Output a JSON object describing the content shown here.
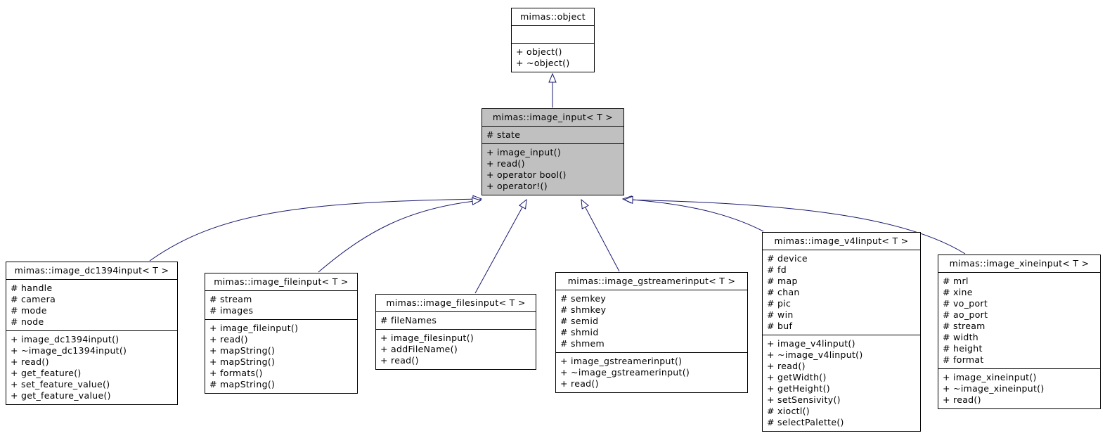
{
  "diagram": {
    "type": "uml-inheritance",
    "background_color": "#ffffff",
    "edge_color": "#191970",
    "box_border_color": "#000000",
    "highlight_fill": "#c0c0c0",
    "classes": [
      {
        "id": "object",
        "title": "mimas::object",
        "attributes": [],
        "methods": [
          "+ object()",
          "+ ~object()"
        ]
      },
      {
        "id": "image_input",
        "title": "mimas::image_input< T >",
        "highlighted": true,
        "attributes": [
          "# state"
        ],
        "methods": [
          "+ image_input()",
          "+ read()",
          "+ operator bool()",
          "+ operator!()"
        ]
      },
      {
        "id": "image_dc1394input",
        "title": "mimas::image_dc1394input< T >",
        "attributes": [
          "# handle",
          "# camera",
          "# mode",
          "# node"
        ],
        "methods": [
          "+ image_dc1394input()",
          "+ ~image_dc1394input()",
          "+ read()",
          "+ get_feature()",
          "+ set_feature_value()",
          "+ get_feature_value()"
        ]
      },
      {
        "id": "image_fileinput",
        "title": "mimas::image_fileinput< T >",
        "attributes": [
          "# stream",
          "# images"
        ],
        "methods": [
          "+ image_fileinput()",
          "+ read()",
          "+ mapString()",
          "+ mapString()",
          "+ formats()",
          "# mapString()"
        ]
      },
      {
        "id": "image_filesinput",
        "title": "mimas::image_filesinput< T >",
        "attributes": [
          "# fileNames"
        ],
        "methods": [
          "+ image_filesinput()",
          "+ addFileName()",
          "+ read()"
        ]
      },
      {
        "id": "image_gstreamerinput",
        "title": "mimas::image_gstreamerinput< T >",
        "attributes": [
          "# semkey",
          "# shmkey",
          "# semid",
          "# shmid",
          "# shmem"
        ],
        "methods": [
          "+ image_gstreamerinput()",
          "+ ~image_gstreamerinput()",
          "+ read()"
        ]
      },
      {
        "id": "image_v4linput",
        "title": "mimas::image_v4linput< T >",
        "attributes": [
          "# device",
          "# fd",
          "# map",
          "# chan",
          "# pic",
          "# win",
          "# buf"
        ],
        "methods": [
          "+ image_v4linput()",
          "+ ~image_v4linput()",
          "+ read()",
          "+ getWidth()",
          "+ getHeight()",
          "+ setSensivity()",
          "# xioctl()",
          "# selectPalette()"
        ]
      },
      {
        "id": "image_xineinput",
        "title": "mimas::image_xineinput< T >",
        "attributes": [
          "# mrl",
          "# xine",
          "# vo_port",
          "# ao_port",
          "# stream",
          "# width",
          "# height",
          "# format"
        ],
        "methods": [
          "+ image_xineinput()",
          "+ ~image_xineinput()",
          "+ read()"
        ]
      }
    ]
  }
}
